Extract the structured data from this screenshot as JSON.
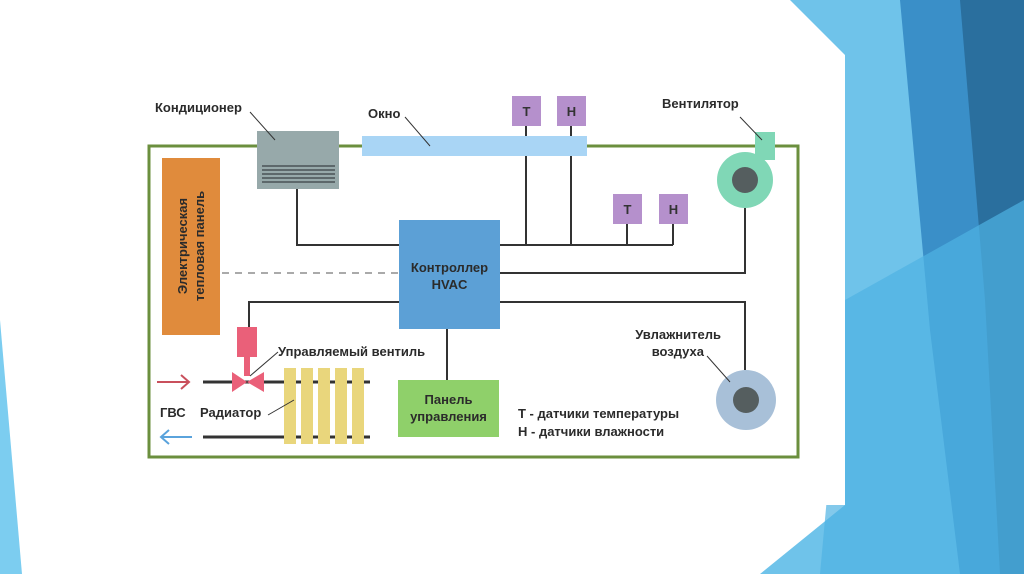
{
  "labels": {
    "conditioner": "Кондиционер",
    "window": "Окно",
    "fan": "Вентилятор",
    "controller_line1": "Контроллер",
    "controller_line2": "HVAC",
    "electric_panel_line1": "Электрическая",
    "electric_panel_line2": "тепловая панель",
    "valve": "Управляемый вентиль",
    "dhw": "ГВС",
    "radiator": "Радиатор",
    "control_panel_line1": "Панель",
    "control_panel_line2": "управления",
    "humidifier_line1": "Увлажнитель",
    "humidifier_line2": "воздуха",
    "legend_t": "Т - датчики температуры",
    "legend_h": "Н - датчики влажности"
  },
  "sensors": [
    {
      "letter": "Т"
    },
    {
      "letter": "Н"
    },
    {
      "letter": "Т"
    },
    {
      "letter": "Н"
    }
  ],
  "colors": {
    "room_border": "#6b8f3e",
    "conditioner": "#97a9aa",
    "window": "#a9d5f5",
    "sensor": "#b590cc",
    "controller": "#5ca0d6",
    "control_panel": "#8fd06a",
    "electric_panel": "#e08b3c",
    "valve": "#ea6079",
    "radiator": "#e9d67c",
    "fan": "#80d7b6",
    "humidifier": "#a8c0d8",
    "hot_arrow": "#c9505c",
    "cold_arrow": "#5aa3dc"
  }
}
